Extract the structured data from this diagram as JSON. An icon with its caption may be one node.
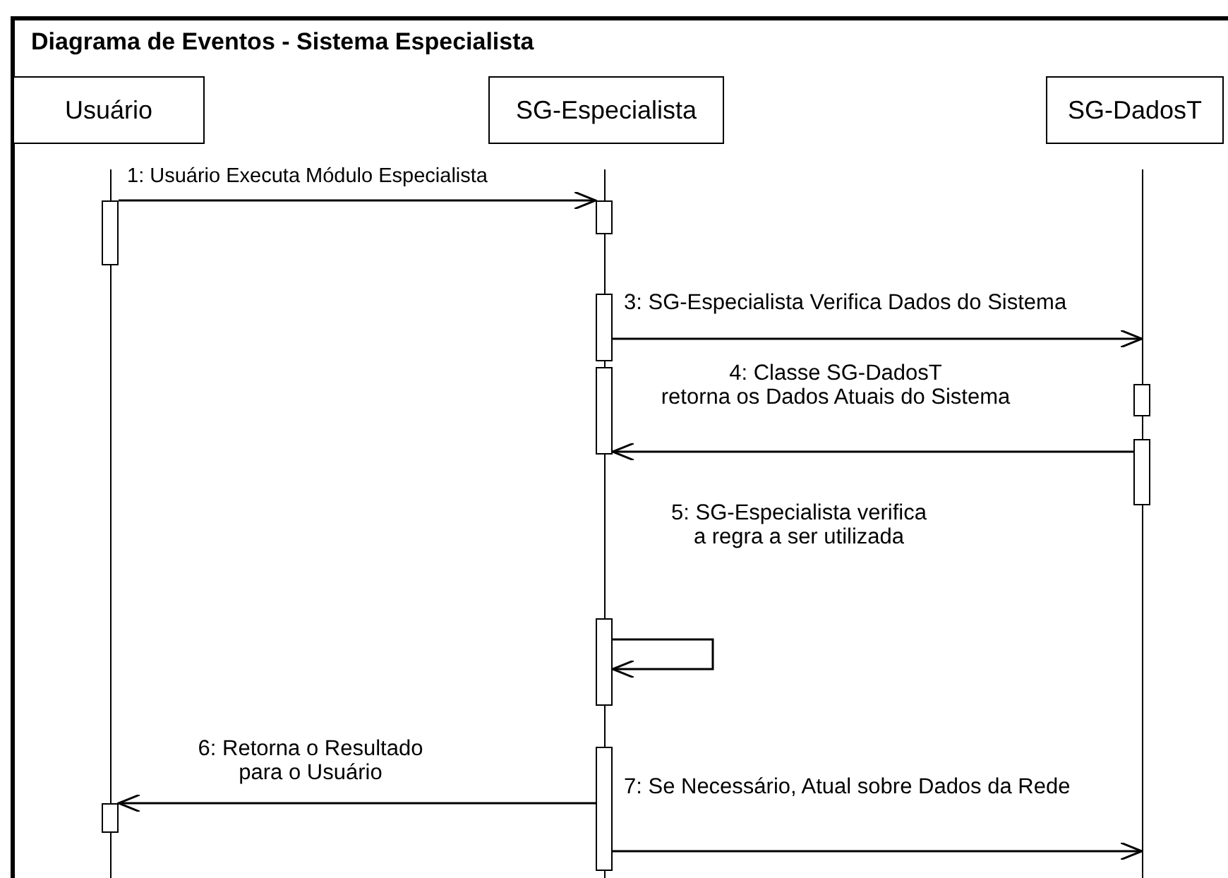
{
  "diagram": {
    "title": "Diagrama de Eventos - Sistema Especialista",
    "nodes": [
      {
        "text": [
          "Usuário"
        ]
      },
      {
        "text": [
          "SG-Especialista"
        ]
      },
      {
        "text": [
          "SG-DadosT"
        ]
      },
      {
        "text": [],
        "shape": "line"
      },
      {
        "text": [],
        "shape": "line"
      },
      {
        "text": [],
        "shape": "line"
      },
      {
        "text": [],
        "shape": "bar"
      },
      {
        "text": [],
        "shape": "bar"
      },
      {
        "text": [],
        "shape": "bar"
      },
      {
        "text": [],
        "shape": "bar"
      },
      {
        "text": [],
        "shape": "bar"
      },
      {
        "text": [],
        "shape": "bar"
      },
      {
        "text": [],
        "shape": "bar"
      },
      {
        "text": [],
        "shape": "bar"
      },
      {
        "text": [],
        "shape": "bar"
      }
    ],
    "edges": [
      {
        "from": 6,
        "to": 7,
        "arrow": "to",
        "label": "1: Usuário Executa Módulo Especialista"
      },
      {
        "from": 8,
        "to": 5,
        "arrow": "to",
        "label": "3: SG-Especialista Verifica Dados do Sistema"
      },
      {
        "from": 11,
        "to": 9,
        "arrow": "to",
        "label": "4: Classe SG-DadosT retorna os Dados Atuais do Sistema"
      },
      {
        "from": 12,
        "to": 12,
        "arrow": "to",
        "label": "5: SG-Especialista verifica a regra a ser utilizada"
      },
      {
        "from": 13,
        "to": 14,
        "arrow": "to",
        "label": "6: Retorna o Resultado para o Usuário"
      },
      {
        "from": 13,
        "to": 5,
        "arrow": "to",
        "label": "7: Se Necessário, Atual sobre Dados da Rede"
      }
    ]
  }
}
